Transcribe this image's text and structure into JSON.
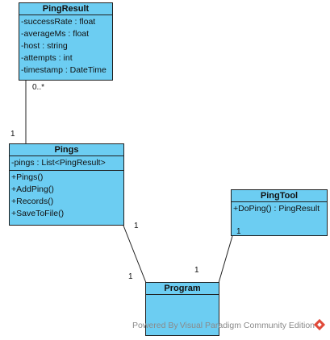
{
  "classes": {
    "ping_result": {
      "name": "PingResult",
      "attributes": [
        "-successRate : float",
        "-averageMs : float",
        "-host : string",
        "-attempts : int",
        "-timestamp : DateTime"
      ]
    },
    "pings": {
      "name": "Pings",
      "attributes": [
        "-pings : List<PingResult>"
      ],
      "operations": [
        "+Pings()",
        "+AddPing()",
        "+Records()",
        "+SaveToFile()"
      ]
    },
    "ping_tool": {
      "name": "PingTool",
      "operations": [
        "+DoPing() : PingResult"
      ]
    },
    "program": {
      "name": "Program"
    }
  },
  "multiplicities": {
    "pingresult_end": "0..*",
    "pings_top_end": "1",
    "pings_bottom_end": "1",
    "program_left_end": "1",
    "program_right_end": "1",
    "pingtool_end": "1"
  },
  "watermark": {
    "text": "Powered By Visual Paradigm Community Edition"
  },
  "colors": {
    "class_fill": "#6ccdf2",
    "border": "#1f1f1f",
    "watermark": "#8a8a8a",
    "logo": "#e04a3a"
  }
}
